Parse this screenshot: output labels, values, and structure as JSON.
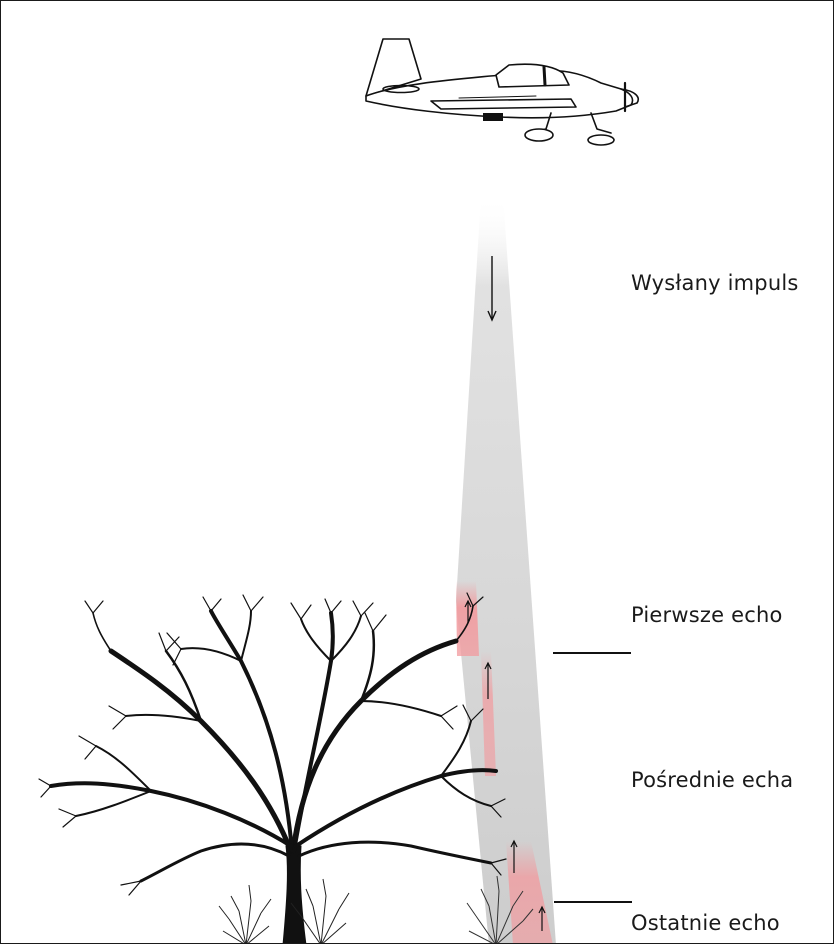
{
  "labels": {
    "emitted_pulse": "Wysłany impuls",
    "first_echo": "Pierwsze echo",
    "intermediate_echoes": "Pośrednie echa",
    "last_echo": "Ostatnie echo"
  },
  "colors": {
    "beam": "#d4d4d4",
    "echo_highlight": "#f29a9e",
    "ink": "#111111"
  }
}
